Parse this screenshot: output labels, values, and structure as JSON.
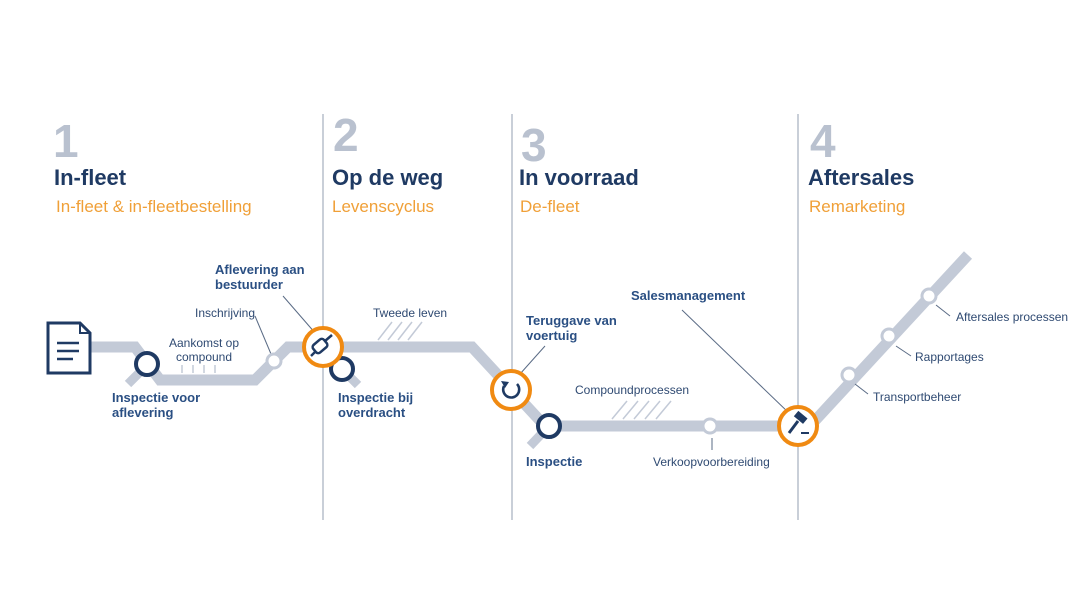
{
  "phases": [
    {
      "number": "1",
      "title": "In-fleet",
      "subtitle": "In-fleet & in-fleetbestelling"
    },
    {
      "number": "2",
      "title": "Op de weg",
      "subtitle": "Levenscyclus"
    },
    {
      "number": "3",
      "title": "In voorraad",
      "subtitle": "De-fleet"
    },
    {
      "number": "4",
      "title": "Aftersales",
      "subtitle": "Remarketing"
    }
  ],
  "stations": {
    "aankomst_line1": "Aankomst op",
    "aankomst_line2": "compound",
    "inschrijving": "Inschrijving",
    "inspectie_voor_line1": "Inspectie voor",
    "inspectie_voor_line2": "aflevering",
    "aflevering_line1": "Aflevering aan",
    "aflevering_line2": "bestuurder",
    "tweede_leven": "Tweede leven",
    "inspectie_bij_line1": "Inspectie bij",
    "inspectie_bij_line2": "overdracht",
    "teruggave_line1": "Teruggave van",
    "teruggave_line2": "voertuig",
    "compoundprocessen": "Compoundprocessen",
    "inspectie": "Inspectie",
    "verkoopvoorbereiding": "Verkoopvoorbereiding",
    "salesmanagement": "Salesmanagement",
    "transportbeheer": "Transportbeheer",
    "rapportages": "Rapportages",
    "aftersales_processen": "Aftersales processen"
  },
  "icons": {
    "start": "document-icon",
    "aflevering": "car-key-icon",
    "teruggave": "return-arrow-icon",
    "salesmanagement": "auction-hammer-icon"
  },
  "colors": {
    "track": "#c3cad7",
    "accent": "#f08a12",
    "navy": "#1f3a63",
    "phase_number": "#b9c1cf",
    "subtitle": "#f0a038"
  }
}
